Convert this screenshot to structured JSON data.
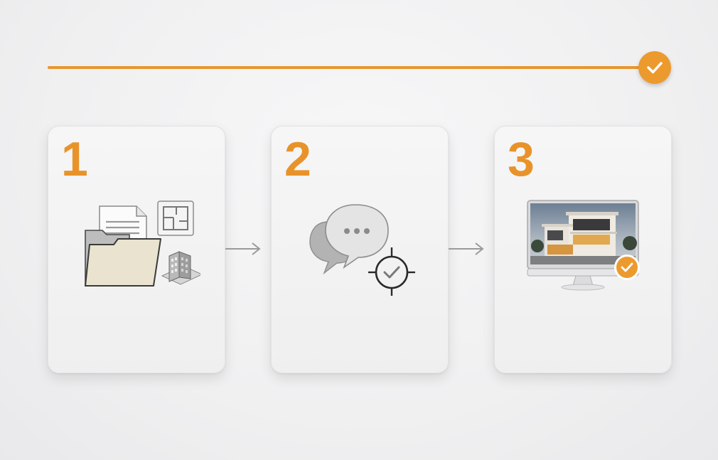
{
  "accent_color": "#e8932a",
  "progress": {
    "complete": true,
    "icon": "check-icon"
  },
  "steps": [
    {
      "number": "1",
      "icon": "documents-folder-blueprint-building-icon"
    },
    {
      "number": "2",
      "icon": "chat-bubbles-target-icon"
    },
    {
      "number": "3",
      "icon": "monitor-house-render-check-icon"
    }
  ],
  "connectors": [
    "arrow-right-icon",
    "arrow-right-icon"
  ]
}
